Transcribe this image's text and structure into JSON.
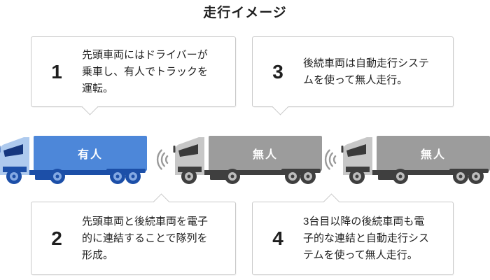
{
  "title": "走行イメージ",
  "callouts": [
    {
      "number": "1",
      "text": "先頭車両にはドライバーが乗車し、有人でトラックを運転。"
    },
    {
      "number": "3",
      "text": "後続車両は自動走行システムを使って無人走行。"
    },
    {
      "number": "2",
      "text": "先頭車両と後続車両を電子的に連結することで隊列を形成。"
    },
    {
      "number": "4",
      "text": "3台目以降の後続車両も電子的な連結と自動走行システムを使って無人走行。"
    }
  ],
  "trucks": [
    {
      "label": "有人",
      "type": "manned"
    },
    {
      "label": "無人",
      "type": "unmanned"
    },
    {
      "label": "無人",
      "type": "unmanned"
    }
  ],
  "colors": {
    "text": "#1f1f1f",
    "border": "#c9c9c9",
    "signal": "#9a9a9a",
    "manned_body": "#4d87d9",
    "manned_cab": "#aecaee",
    "manned_dark": "#1c4fa8",
    "manned_window": "#16377e",
    "manned_wheel_inner": "#84a9e3",
    "unmanned_body": "#9c9c9c",
    "unmanned_cab": "#c7c7c7",
    "unmanned_dark": "#3f3f3f",
    "unmanned_window": "#3a3a3a",
    "unmanned_wheel_inner": "#bdbdbd"
  }
}
